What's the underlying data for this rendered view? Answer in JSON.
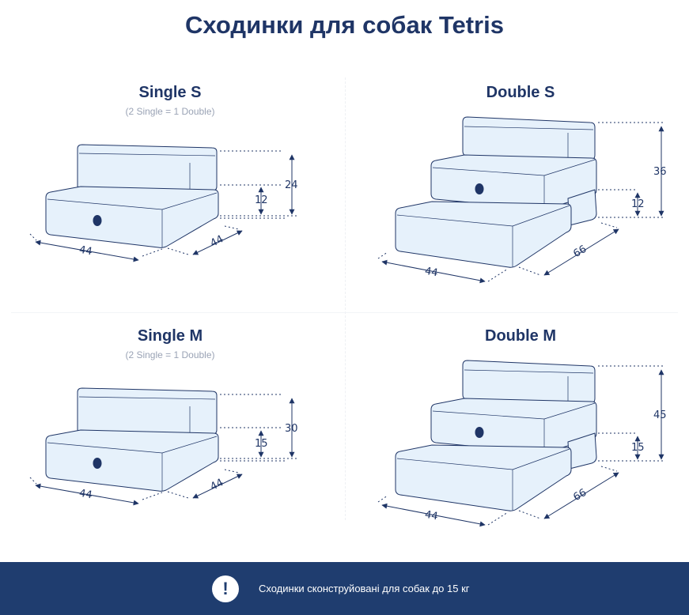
{
  "page": {
    "title": "Сходинки для собак Tetris"
  },
  "panels": [
    {
      "name": "Single S",
      "subtitle": "(2 Single = 1 Double)",
      "dims": {
        "width": "44",
        "depth": "44",
        "step": "12",
        "total": "24"
      }
    },
    {
      "name": "Double S",
      "subtitle": "",
      "dims": {
        "width": "44",
        "depth": "66",
        "step": "12",
        "total": "36"
      }
    },
    {
      "name": "Single M",
      "subtitle": "(2 Single = 1 Double)",
      "dims": {
        "width": "44",
        "depth": "44",
        "step": "15",
        "total": "30"
      }
    },
    {
      "name": "Double M",
      "subtitle": "",
      "dims": {
        "width": "44",
        "depth": "66",
        "step": "15",
        "total": "45"
      }
    }
  ],
  "footer": {
    "icon": "exclamation-icon",
    "icon_glyph": "!",
    "text": "Сходинки сконструйовані для собак до 15 кг"
  },
  "colors": {
    "navy": "#1f3566",
    "block_fill": "#e6f1fb",
    "footer_bg": "#1f3d6f"
  }
}
